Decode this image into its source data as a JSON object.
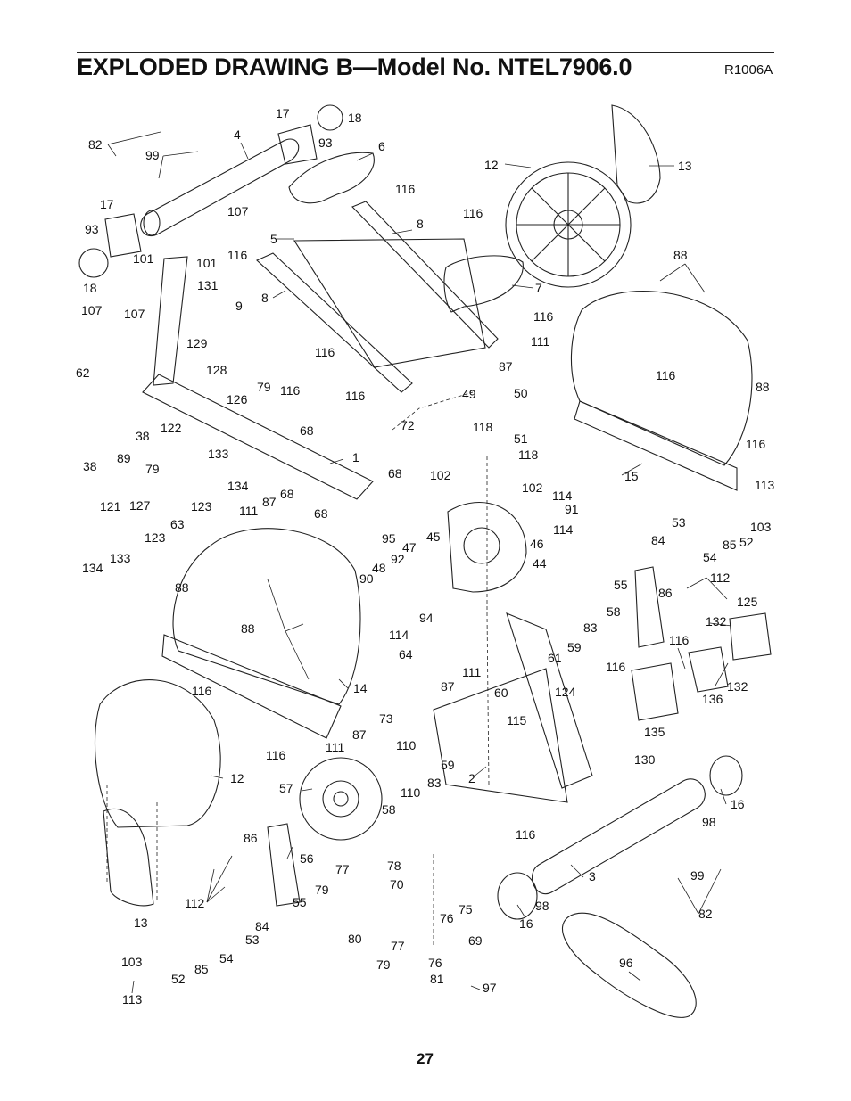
{
  "header": {
    "title": "EXPLODED DRAWING B—Model No. NTEL7906.0",
    "drawing_code": "R1006A"
  },
  "footer": {
    "page_number": "27"
  },
  "callouts": [
    "1",
    "2",
    "3",
    "4",
    "5",
    "6",
    "7",
    "8",
    "8",
    "9",
    "12",
    "12",
    "13",
    "13",
    "14",
    "15",
    "16",
    "16",
    "17",
    "17",
    "18",
    "18",
    "38",
    "38",
    "44",
    "45",
    "46",
    "47",
    "48",
    "49",
    "50",
    "51",
    "52",
    "52",
    "53",
    "53",
    "54",
    "54",
    "55",
    "55",
    "56",
    "57",
    "58",
    "58",
    "59",
    "59",
    "60",
    "61",
    "62",
    "63",
    "64",
    "68",
    "68",
    "68",
    "68",
    "69",
    "70",
    "72",
    "73",
    "75",
    "76",
    "76",
    "77",
    "77",
    "78",
    "79",
    "79",
    "79",
    "79",
    "80",
    "81",
    "82",
    "82",
    "83",
    "83",
    "84",
    "84",
    "85",
    "85",
    "86",
    "86",
    "87",
    "87",
    "87",
    "87",
    "88",
    "88",
    "88",
    "88",
    "89",
    "90",
    "91",
    "92",
    "93",
    "93",
    "94",
    "95",
    "96",
    "97",
    "98",
    "98",
    "99",
    "99",
    "101",
    "101",
    "102",
    "102",
    "103",
    "103",
    "107",
    "107",
    "107",
    "110",
    "110",
    "111",
    "111",
    "111",
    "111",
    "112",
    "112",
    "113",
    "113",
    "114",
    "114",
    "114",
    "115",
    "116",
    "116",
    "116",
    "116",
    "116",
    "116",
    "116",
    "116",
    "116",
    "116",
    "116",
    "116",
    "116",
    "116",
    "118",
    "118",
    "121",
    "122",
    "123",
    "123",
    "124",
    "125",
    "126",
    "127",
    "128",
    "129",
    "130",
    "131",
    "132",
    "132",
    "133",
    "133",
    "134",
    "134",
    "135",
    "136"
  ]
}
